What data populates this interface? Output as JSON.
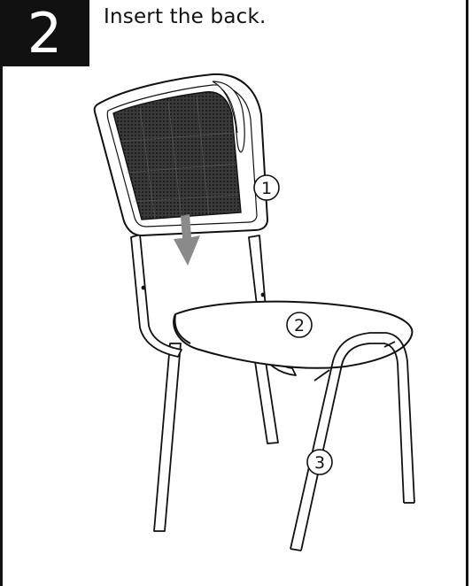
{
  "step": {
    "number": "2",
    "title": "Insert the back."
  },
  "callouts": [
    {
      "id": "backrest",
      "label": "1"
    },
    {
      "id": "seat",
      "label": "2"
    },
    {
      "id": "frame",
      "label": "3"
    }
  ],
  "colors": {
    "badge_background": "#111111",
    "badge_text": "#ffffff",
    "arrow": "#8a8a8a",
    "mesh": "#2b2b2b"
  }
}
